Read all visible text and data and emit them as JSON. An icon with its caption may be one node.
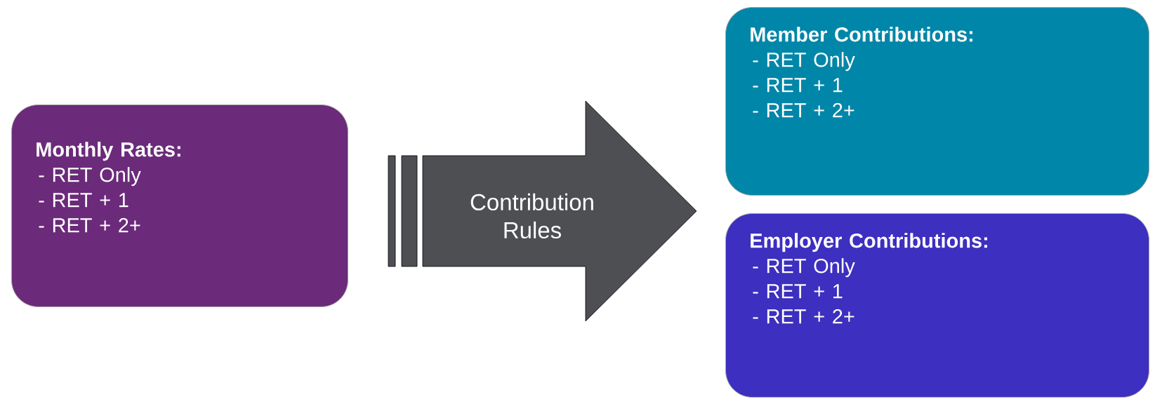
{
  "diagram": {
    "nodes": [
      {
        "text": [
          "Monthly Rates:",
          "- RET Only",
          "- RET + 1",
          "- RET + 2+"
        ]
      },
      {
        "text": [
          "Contribution Rules"
        ]
      },
      {
        "text": [
          "Member Contributions:",
          "- RET Only",
          "- RET + 1",
          "- RET + 2+"
        ]
      },
      {
        "text": [
          "Employer Contributions:",
          "- RET Only",
          "- RET + 1",
          "- RET + 2+"
        ]
      }
    ]
  }
}
